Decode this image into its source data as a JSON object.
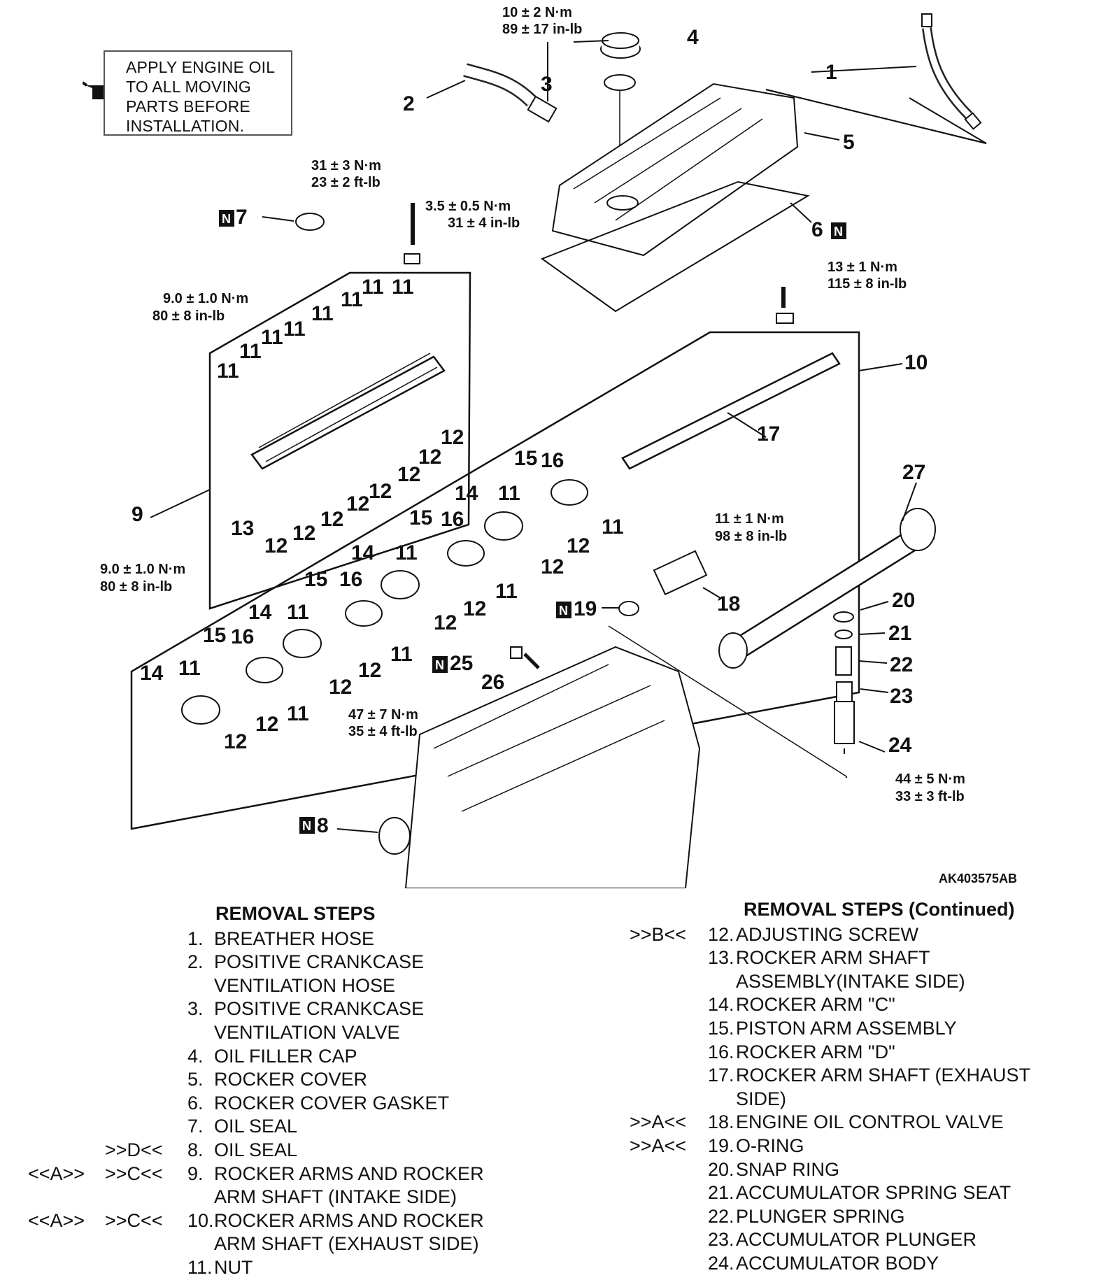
{
  "note": {
    "lines": [
      "APPLY ENGINE OIL",
      "TO ALL MOVING",
      "PARTS BEFORE",
      "INSTALLATION."
    ],
    "icon": "oil-can-icon"
  },
  "ref_code": "AK403575AB",
  "new_part_mark": "N",
  "torques": {
    "t3": [
      "10 ± 2 N·m",
      "89 ± 17 in-lb"
    ],
    "tbolt": [
      "31 ± 3 N·m",
      "23 ± 2 ft-lb"
    ],
    "tcover": [
      "3.5 ± 0.5 N·m",
      "31 ± 4 in-lb"
    ],
    "t13": [
      "13 ± 1 N·m",
      "115 ± 8 in-lb"
    ],
    "t9": [
      "9.0 ± 1.0 N·m",
      "80 ± 8 in-lb"
    ],
    "t9b": [
      "9.0 ± 1.0 N·m",
      "80 ± 8 in-lb"
    ],
    "t18": [
      "11 ± 1 N·m",
      "98 ± 8 in-lb"
    ],
    "t26": [
      "47 ± 7 N·m",
      "35 ± 4 ft-lb"
    ],
    "t24": [
      "44 ± 5 N·m",
      "33 ± 3 ft-lb"
    ]
  },
  "callouts": {
    "c1": "1",
    "c2": "2",
    "c3": "3",
    "c4": "4",
    "c5": "5",
    "c6": "6",
    "c7": "7",
    "c8": "8",
    "c9": "9",
    "c10": "10",
    "c11": "11",
    "c12": "12",
    "c13": "13",
    "c14": "14",
    "c15": "15",
    "c16": "16",
    "c17": "17",
    "c18": "18",
    "c19": "19",
    "c20": "20",
    "c21": "21",
    "c22": "22",
    "c23": "23",
    "c24": "24",
    "c25": "25",
    "c26": "26",
    "c27": "27"
  },
  "removal_left": {
    "heading": "REMOVAL STEPS",
    "rows": [
      {
        "m1": "",
        "m2": "",
        "num": "1.",
        "lines": [
          "BREATHER HOSE"
        ]
      },
      {
        "m1": "",
        "m2": "",
        "num": "2.",
        "lines": [
          "POSITIVE CRANKCASE",
          "VENTILATION HOSE"
        ]
      },
      {
        "m1": "",
        "m2": "",
        "num": "3.",
        "lines": [
          "POSITIVE CRANKCASE",
          "VENTILATION VALVE"
        ]
      },
      {
        "m1": "",
        "m2": "",
        "num": "4.",
        "lines": [
          "OIL FILLER CAP"
        ]
      },
      {
        "m1": "",
        "m2": "",
        "num": "5.",
        "lines": [
          "ROCKER COVER"
        ]
      },
      {
        "m1": "",
        "m2": "",
        "num": "6.",
        "lines": [
          "ROCKER COVER GASKET"
        ]
      },
      {
        "m1": "",
        "m2": "",
        "num": "7.",
        "lines": [
          "OIL SEAL"
        ]
      },
      {
        "m1": "",
        "m2": ">>D<<",
        "num": "8.",
        "lines": [
          "OIL SEAL"
        ]
      },
      {
        "m1": "<<A>>",
        "m2": ">>C<<",
        "num": "9.",
        "lines": [
          "ROCKER ARMS AND ROCKER",
          "ARM SHAFT (INTAKE SIDE)"
        ]
      },
      {
        "m1": "<<A>>",
        "m2": ">>C<<",
        "num": "10.",
        "lines": [
          "ROCKER ARMS AND ROCKER",
          "ARM SHAFT (EXHAUST SIDE)"
        ]
      },
      {
        "m1": "",
        "m2": "",
        "num": "11.",
        "lines": [
          "NUT"
        ]
      }
    ]
  },
  "removal_right": {
    "heading": "REMOVAL STEPS (Continued)",
    "rows": [
      {
        "m": ">>B<<",
        "num": "12.",
        "lines": [
          "ADJUSTING SCREW"
        ]
      },
      {
        "m": "",
        "num": "13.",
        "lines": [
          "ROCKER ARM SHAFT",
          "ASSEMBLY(INTAKE SIDE)"
        ]
      },
      {
        "m": "",
        "num": "14.",
        "lines": [
          "ROCKER ARM \"C\""
        ]
      },
      {
        "m": "",
        "num": "15.",
        "lines": [
          "PISTON ARM ASSEMBLY"
        ]
      },
      {
        "m": "",
        "num": "16.",
        "lines": [
          "ROCKER ARM \"D\""
        ]
      },
      {
        "m": "",
        "num": "17.",
        "lines": [
          "ROCKER ARM SHAFT (EXHAUST",
          "SIDE)"
        ]
      },
      {
        "m": ">>A<<",
        "num": "18.",
        "lines": [
          "ENGINE OIL CONTROL VALVE"
        ]
      },
      {
        "m": ">>A<<",
        "num": "19.",
        "lines": [
          "O-RING"
        ]
      },
      {
        "m": "",
        "num": "20.",
        "lines": [
          "SNAP RING"
        ]
      },
      {
        "m": "",
        "num": "21.",
        "lines": [
          "ACCUMULATOR SPRING SEAT"
        ]
      },
      {
        "m": "",
        "num": "22.",
        "lines": [
          "PLUNGER SPRING"
        ]
      },
      {
        "m": "",
        "num": "23.",
        "lines": [
          "ACCUMULATOR PLUNGER"
        ]
      },
      {
        "m": "",
        "num": "24.",
        "lines": [
          "ACCUMULATOR BODY"
        ]
      }
    ]
  }
}
